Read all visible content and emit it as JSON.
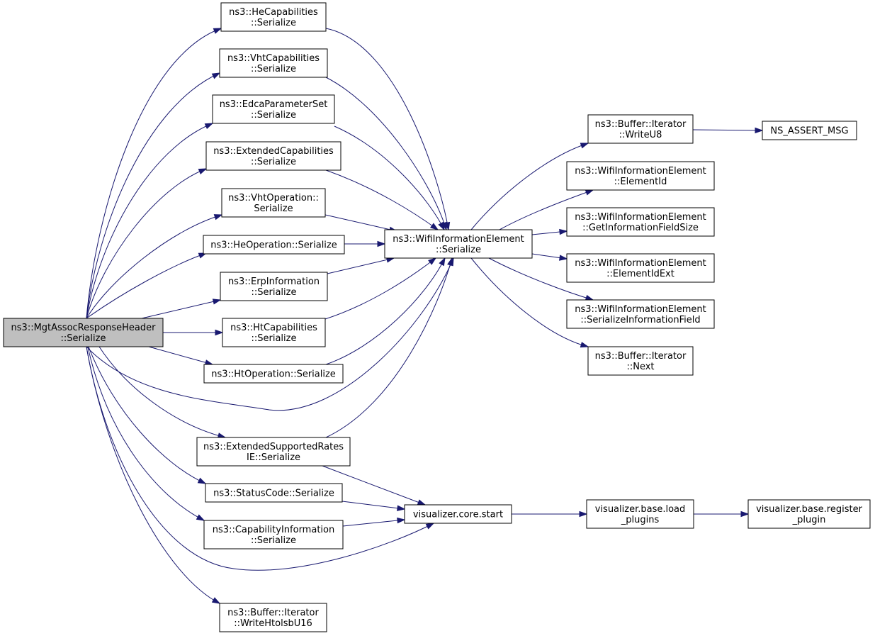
{
  "diagram": {
    "type": "call-graph",
    "nodes": [
      {
        "id": "root",
        "lines": [
          "ns3::MgtAssocResponseHeader",
          "::Serialize"
        ],
        "highlight": true
      },
      {
        "id": "he_cap",
        "lines": [
          "ns3::HeCapabilities",
          "::Serialize"
        ]
      },
      {
        "id": "vht_cap",
        "lines": [
          "ns3::VhtCapabilities",
          "::Serialize"
        ]
      },
      {
        "id": "edca",
        "lines": [
          "ns3::EdcaParameterSet",
          "::Serialize"
        ]
      },
      {
        "id": "ext_cap",
        "lines": [
          "ns3::ExtendedCapabilities",
          "::Serialize"
        ]
      },
      {
        "id": "vht_op",
        "lines": [
          "ns3::VhtOperation::",
          "Serialize"
        ]
      },
      {
        "id": "he_op",
        "lines": [
          "ns3::HeOperation::Serialize"
        ]
      },
      {
        "id": "erp",
        "lines": [
          "ns3::ErpInformation",
          "::Serialize"
        ]
      },
      {
        "id": "ht_cap",
        "lines": [
          "ns3::HtCapabilities",
          "::Serialize"
        ]
      },
      {
        "id": "ht_op",
        "lines": [
          "ns3::HtOperation::Serialize"
        ]
      },
      {
        "id": "ext_rates",
        "lines": [
          "ns3::ExtendedSupportedRates",
          "IE::Serialize"
        ]
      },
      {
        "id": "status",
        "lines": [
          "ns3::StatusCode::Serialize"
        ]
      },
      {
        "id": "capinfo",
        "lines": [
          "ns3::CapabilityInformation",
          "::Serialize"
        ]
      },
      {
        "id": "htolsb",
        "lines": [
          "ns3::Buffer::Iterator",
          "::WriteHtolsbU16"
        ]
      },
      {
        "id": "wie_ser",
        "lines": [
          "ns3::WifiInformationElement",
          "::Serialize"
        ]
      },
      {
        "id": "viz_start",
        "lines": [
          "visualizer.core.start"
        ]
      },
      {
        "id": "write_u8",
        "lines": [
          "ns3::Buffer::Iterator",
          "::WriteU8"
        ]
      },
      {
        "id": "ns_assert",
        "lines": [
          "NS_ASSERT_MSG"
        ]
      },
      {
        "id": "elem_id",
        "lines": [
          "ns3::WifiInformationElement",
          "::ElementId"
        ]
      },
      {
        "id": "get_size",
        "lines": [
          "ns3::WifiInformationElement",
          "::GetInformationFieldSize"
        ]
      },
      {
        "id": "elem_id_ext",
        "lines": [
          "ns3::WifiInformationElement",
          "::ElementIdExt"
        ]
      },
      {
        "id": "ser_field",
        "lines": [
          "ns3::WifiInformationElement",
          "::SerializeInformationField"
        ]
      },
      {
        "id": "next",
        "lines": [
          "ns3::Buffer::Iterator",
          "::Next"
        ]
      },
      {
        "id": "load_plugins",
        "lines": [
          "visualizer.base.load",
          "_plugins"
        ]
      },
      {
        "id": "register_plugin",
        "lines": [
          "visualizer.base.register",
          "_plugin"
        ]
      }
    ],
    "edges": [
      [
        "root",
        "he_cap"
      ],
      [
        "root",
        "vht_cap"
      ],
      [
        "root",
        "edca"
      ],
      [
        "root",
        "ext_cap"
      ],
      [
        "root",
        "vht_op"
      ],
      [
        "root",
        "he_op"
      ],
      [
        "root",
        "erp"
      ],
      [
        "root",
        "ht_cap"
      ],
      [
        "root",
        "ht_op"
      ],
      [
        "root",
        "wie_ser"
      ],
      [
        "root",
        "ext_rates"
      ],
      [
        "root",
        "status"
      ],
      [
        "root",
        "capinfo"
      ],
      [
        "root",
        "viz_start"
      ],
      [
        "root",
        "htolsb"
      ],
      [
        "he_cap",
        "wie_ser"
      ],
      [
        "vht_cap",
        "wie_ser"
      ],
      [
        "edca",
        "wie_ser"
      ],
      [
        "ext_cap",
        "wie_ser"
      ],
      [
        "vht_op",
        "wie_ser"
      ],
      [
        "he_op",
        "wie_ser"
      ],
      [
        "erp",
        "wie_ser"
      ],
      [
        "ht_cap",
        "wie_ser"
      ],
      [
        "ht_op",
        "wie_ser"
      ],
      [
        "ext_rates",
        "wie_ser"
      ],
      [
        "ext_rates",
        "viz_start"
      ],
      [
        "status",
        "viz_start"
      ],
      [
        "capinfo",
        "viz_start"
      ],
      [
        "wie_ser",
        "write_u8"
      ],
      [
        "wie_ser",
        "elem_id"
      ],
      [
        "wie_ser",
        "get_size"
      ],
      [
        "wie_ser",
        "elem_id_ext"
      ],
      [
        "wie_ser",
        "ser_field"
      ],
      [
        "wie_ser",
        "next"
      ],
      [
        "write_u8",
        "ns_assert"
      ],
      [
        "viz_start",
        "load_plugins"
      ],
      [
        "load_plugins",
        "register_plugin"
      ]
    ]
  }
}
